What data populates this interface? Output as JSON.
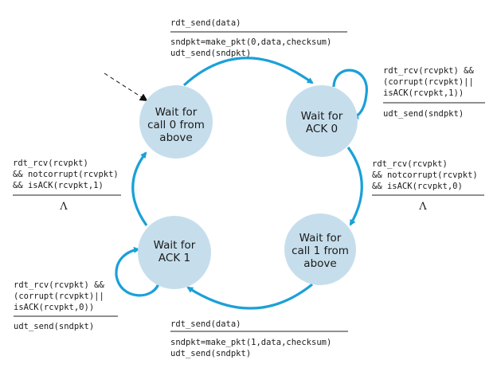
{
  "colors": {
    "state_fill": "#c6deec",
    "edge": "#1aa0d8",
    "text": "#1a1a1a"
  },
  "states": [
    {
      "id": "wait-call-0",
      "lines": [
        "Wait for",
        "call 0 from",
        "above"
      ]
    },
    {
      "id": "wait-ack-0",
      "lines": [
        "Wait for",
        "ACK 0"
      ]
    },
    {
      "id": "wait-call-1",
      "lines": [
        "Wait for",
        "call 1 from",
        "above"
      ]
    },
    {
      "id": "wait-ack-1",
      "lines": [
        "Wait for",
        "ACK 1"
      ]
    }
  ],
  "transitions": [
    {
      "id": "call0-to-ack0",
      "event": [
        "rdt_send(data)"
      ],
      "actions": [
        "sndpkt=make_pkt(0,data,checksum)",
        "udt_send(sndpkt)"
      ]
    },
    {
      "id": "ack0-self",
      "event": [
        "rdt_rcv(rcvpkt) &&",
        "(corrupt(rcvpkt)||",
        "isACK(rcvpkt,1))"
      ],
      "actions": [
        "udt_send(sndpkt)"
      ]
    },
    {
      "id": "ack0-to-call1",
      "event": [
        "rdt_rcv(rcvpkt)",
        "&& notcorrupt(rcvpkt)",
        "&& isACK(rcvpkt,0)"
      ],
      "actions": [
        "Λ"
      ]
    },
    {
      "id": "call1-to-ack1",
      "event": [
        "rdt_send(data)"
      ],
      "actions": [
        "sndpkt=make_pkt(1,data,checksum)",
        "udt_send(sndpkt)"
      ]
    },
    {
      "id": "ack1-self",
      "event": [
        "rdt_rcv(rcvpkt) &&",
        "(corrupt(rcvpkt)||",
        "isACK(rcvpkt,0))"
      ],
      "actions": [
        "udt_send(sndpkt)"
      ]
    },
    {
      "id": "ack1-to-call0",
      "event": [
        "rdt_rcv(rcvpkt)",
        "&& notcorrupt(rcvpkt)",
        "&& isACK(rcvpkt,1)"
      ],
      "actions": [
        "Λ"
      ]
    }
  ]
}
